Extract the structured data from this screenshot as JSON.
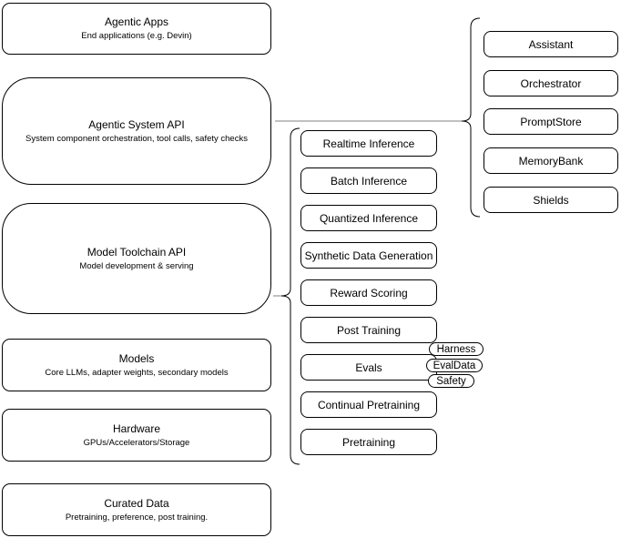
{
  "left_column": {
    "boxes": [
      {
        "title": "Agentic Apps",
        "subtitle": "End applications (e.g. Devin)"
      },
      {
        "title": "Agentic System API",
        "subtitle": "System component orchestration, tool calls, safety checks"
      },
      {
        "title": "Model Toolchain API",
        "subtitle": "Model development & serving"
      },
      {
        "title": "Models",
        "subtitle": "Core LLMs, adapter weights, secondary models"
      },
      {
        "title": "Hardware",
        "subtitle": "GPUs/Accelerators/Storage"
      },
      {
        "title": "Curated Data",
        "subtitle": "Pretraining, preference, post training."
      }
    ]
  },
  "middle_column": {
    "items": [
      "Realtime Inference",
      "Batch Inference",
      "Quantized Inference",
      "Synthetic Data Generation",
      "Reward Scoring",
      "Post Training",
      "Evals",
      "Continual Pretraining",
      "Pretraining"
    ]
  },
  "evals_tags": [
    "Harness",
    "EvalData",
    "Safety"
  ],
  "right_column": {
    "items": [
      "Assistant",
      "Orchestrator",
      "PromptStore",
      "MemoryBank",
      "Shields"
    ]
  },
  "colors": {
    "background": "#ffffff",
    "node_fill": "#ffffff",
    "node_border": "#000000",
    "connector": "#808080",
    "text": "#000000"
  }
}
